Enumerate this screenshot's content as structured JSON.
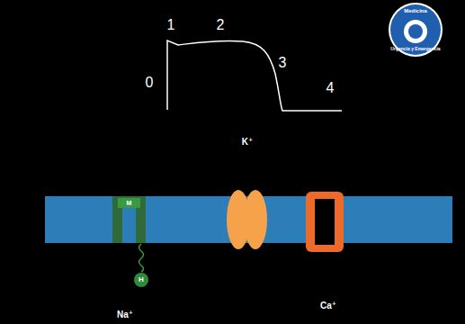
{
  "diagram": {
    "nodes": [
      {
        "text": [
          "M"
        ]
      },
      {
        "text": [
          "H"
        ]
      }
    ],
    "labels": [
      "1",
      "2",
      "0",
      "3",
      "4",
      "K⁺",
      "Na⁺",
      "Ca⁺",
      "Medicina",
      "Urgencia y Emergencia"
    ]
  }
}
